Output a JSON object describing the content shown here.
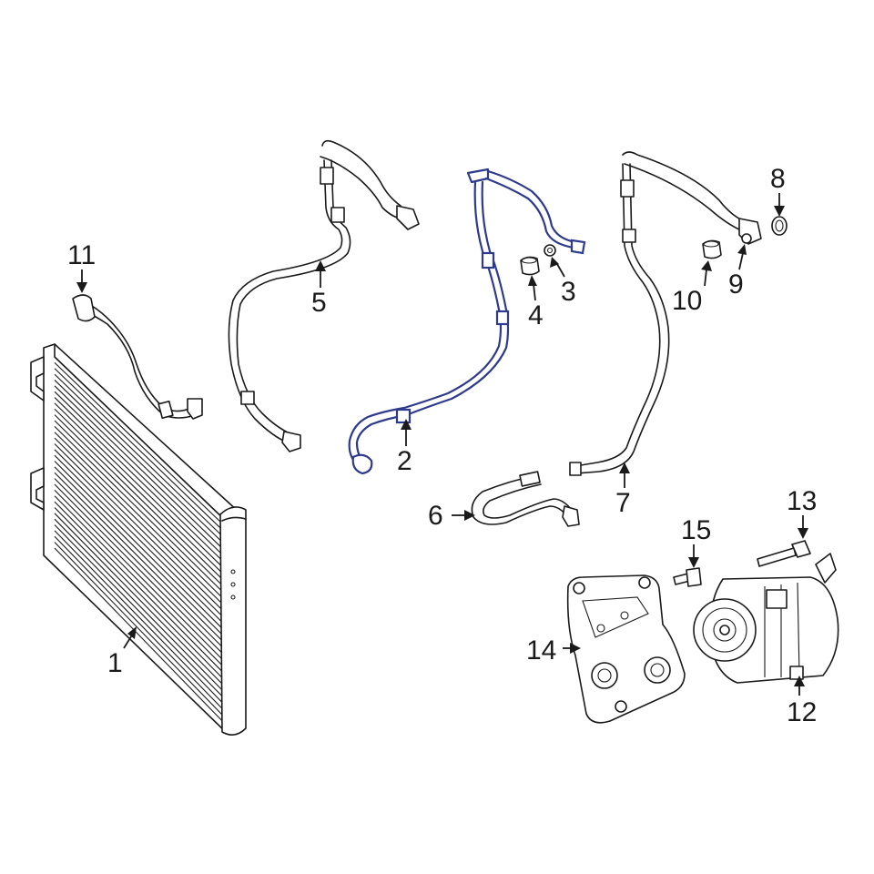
{
  "highlight_color": "#2e3a8c",
  "line_color": "#1a1a1a",
  "callouts": {
    "c1": "1",
    "c2": "2",
    "c3": "3",
    "c4": "4",
    "c5": "5",
    "c6": "6",
    "c7": "7",
    "c8": "8",
    "c9": "9",
    "c10": "10",
    "c11": "11",
    "c12": "12",
    "c13": "13",
    "c14": "14",
    "c15": "15"
  }
}
